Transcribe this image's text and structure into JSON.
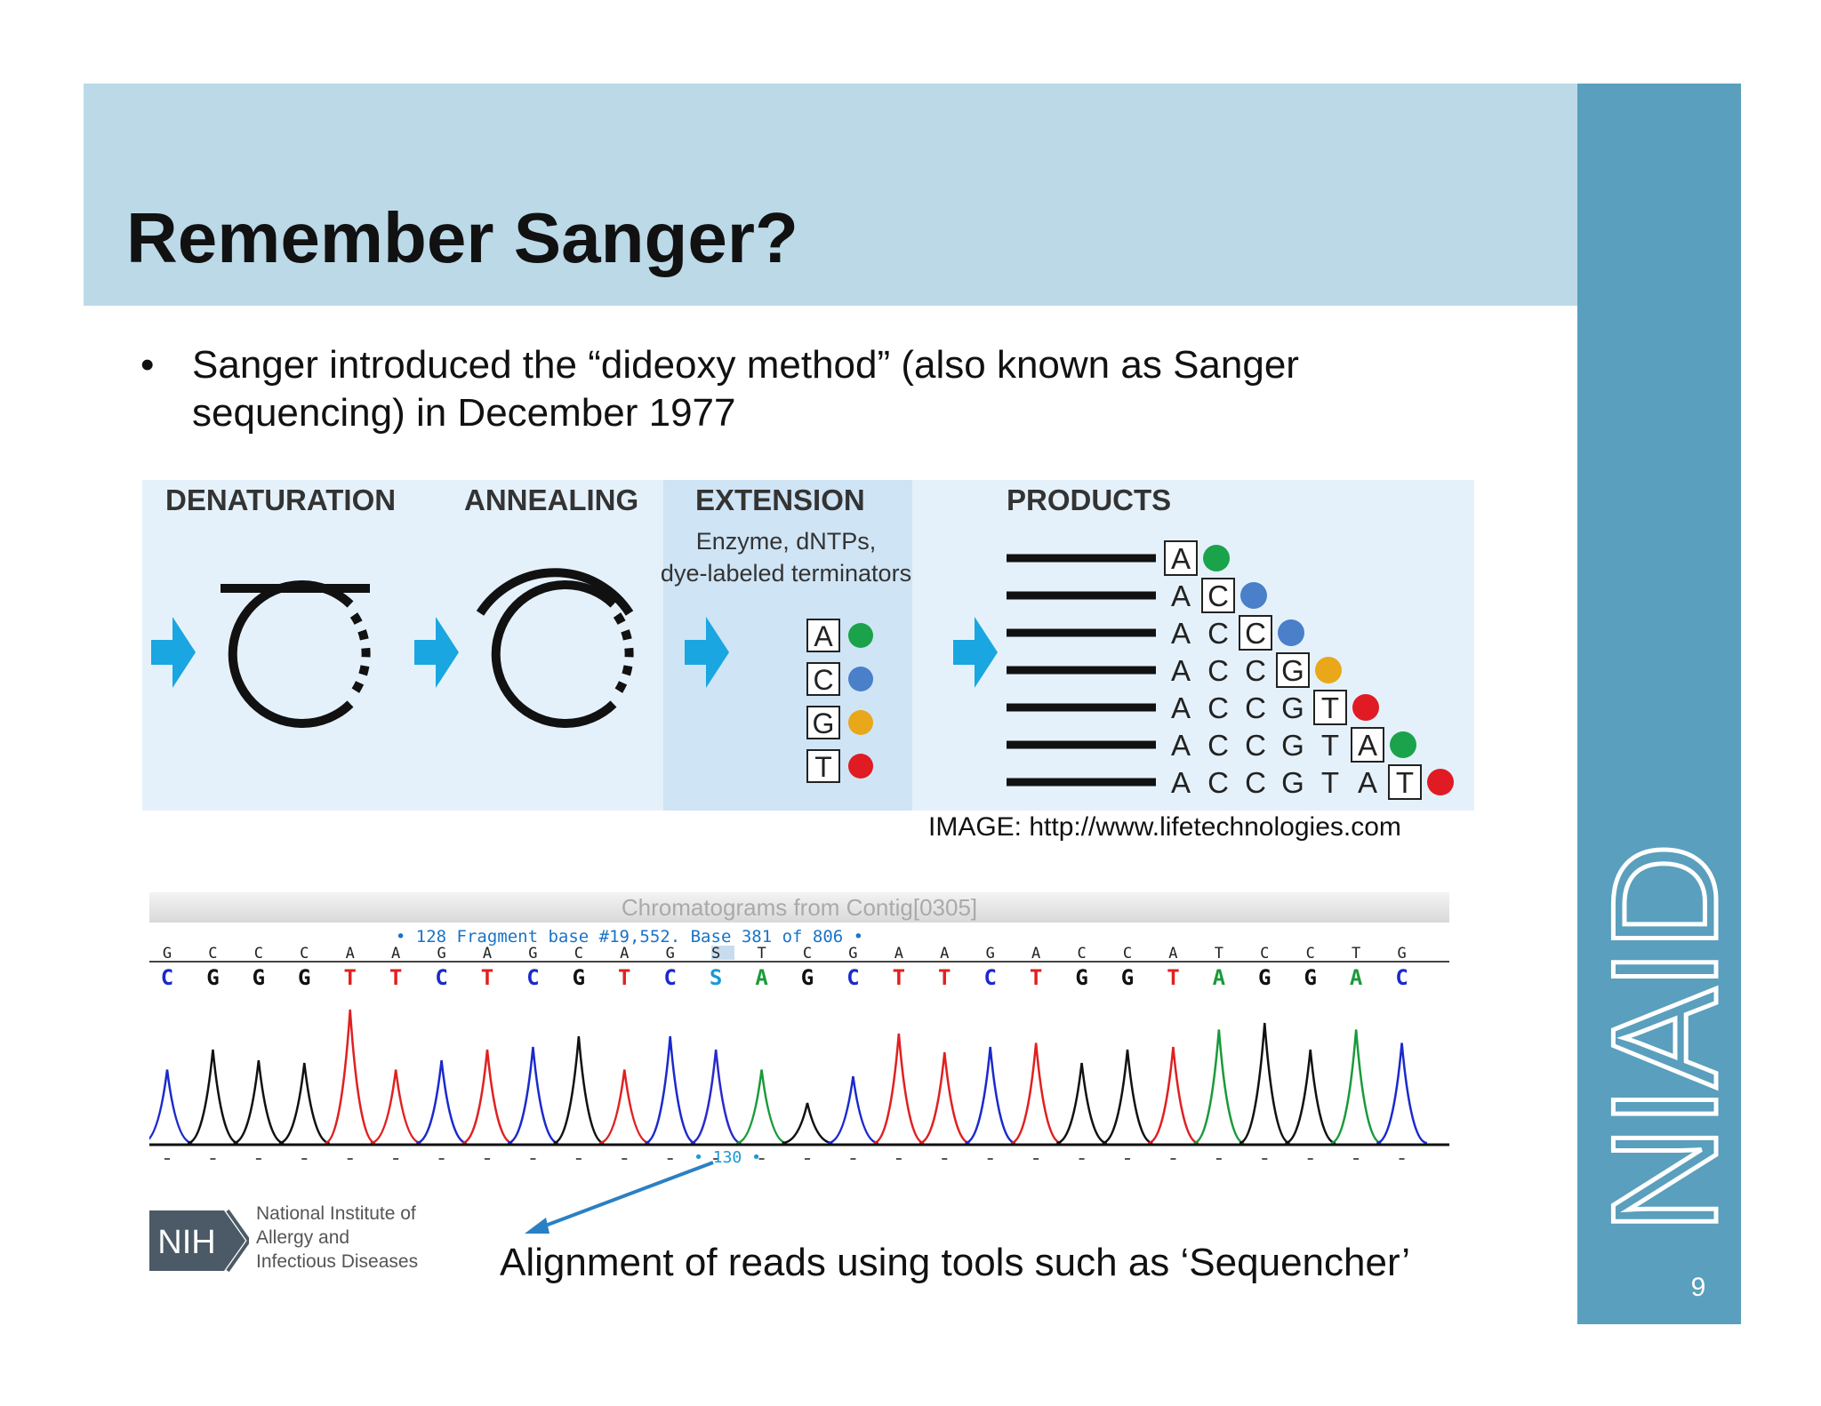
{
  "slide": {
    "title": "Remember Sanger?",
    "bullet_symbol": "•",
    "bullet_text": "Sanger introduced the “dideoxy method” (also known as Sanger sequencing) in December 1977",
    "page_number": "9",
    "side_logo_text": "NIAID",
    "accent_header": "#bcd9e8",
    "accent_side": "#5a9fbd"
  },
  "figure": {
    "stages": [
      "DENATURATION",
      "ANNEALING",
      "EXTENSION",
      "PRODUCTS"
    ],
    "extension_note_line1": "Enzyme, dNTPs,",
    "extension_note_line2": "dye-labeled terminators",
    "terminators": [
      {
        "base": "A",
        "color": "#1aa34a"
      },
      {
        "base": "C",
        "color": "#4a7fc9"
      },
      {
        "base": "G",
        "color": "#e8a81a"
      },
      {
        "base": "T",
        "color": "#e01b24"
      }
    ],
    "products": [
      "A",
      "AC",
      "ACC",
      "ACCG",
      "ACCGT",
      "ACCGTA",
      "ACCGTAT"
    ],
    "credit": "IMAGE: http://www.lifetechnologies.com"
  },
  "chromatogram": {
    "title": "Chromatograms from Contig[0305]",
    "subtitle": "• 128 Fragment base #19,552. Base 381 of 806 •",
    "consensus": [
      "G",
      "C",
      "C",
      "C",
      "A",
      "A",
      "G",
      "A",
      "G",
      "C",
      "A",
      "G",
      "S",
      "T",
      "C",
      "G",
      "A",
      "A",
      "G",
      "A",
      "C",
      "C",
      "A",
      "T",
      "C",
      "C",
      "T",
      "G"
    ],
    "bottom_marker": "• 130 •"
  },
  "nih_logo": {
    "badge": "NIH",
    "line1": "National Institute of",
    "line2": "Allergy and",
    "line3": "Infectious Diseases"
  },
  "caption": "Alignment of reads using tools such as ‘Sequencher’"
}
